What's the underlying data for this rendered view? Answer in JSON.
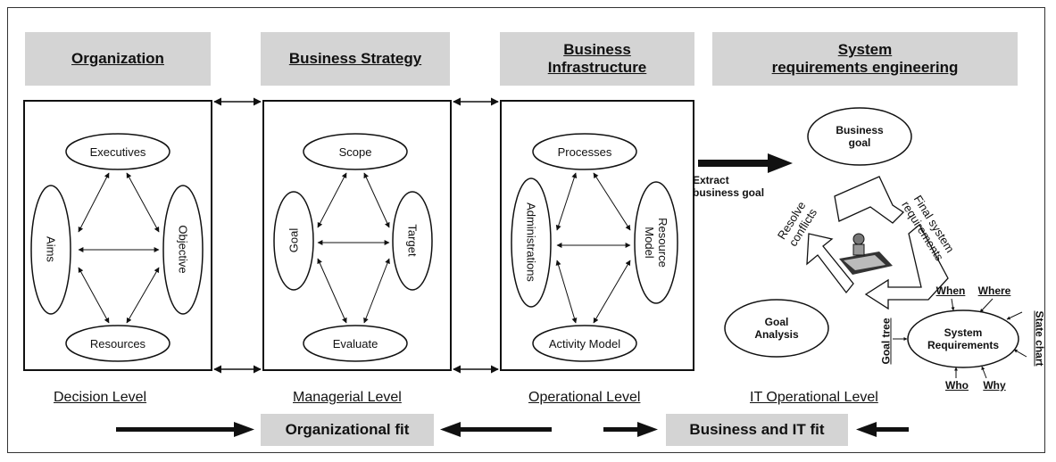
{
  "headers": {
    "organization": "Organization",
    "business_strategy": "Business Strategy",
    "business_infrastructure_line1": "Business",
    "business_infrastructure_line2": "Infrastructure",
    "system_req_line1": "System",
    "system_req_line2": "requirements engineering"
  },
  "organization_box": {
    "top": "Executives",
    "left": "Aims",
    "right": "Objective",
    "bottom": "Resources"
  },
  "strategy_box": {
    "top": "Scope",
    "left": "Goal",
    "right": "Target",
    "bottom": "Evaluate"
  },
  "infrastructure_box": {
    "top": "Processes",
    "left": "Administrations",
    "right_line1": "Resource",
    "right_line2": "Model",
    "bottom": "Activity Model"
  },
  "sre": {
    "extract_line1": "Extract",
    "extract_line2": "business goal",
    "business_goal_line1": "Business",
    "business_goal_line2": "goal",
    "resolve_line1": "Resolve",
    "resolve_line2": "conflicts",
    "final_line1": "Final system",
    "final_line2": "requirements",
    "goal_analysis_line1": "Goal",
    "goal_analysis_line2": "Analysis",
    "system_req_line1": "System",
    "system_req_line2": "Requirements",
    "when": "When",
    "where": "Where",
    "state_chart": "State chart",
    "goal_tree": "Goal tree",
    "who": "Who",
    "why": "Why"
  },
  "levels": {
    "decision": "Decision Level",
    "managerial": "Managerial Level",
    "operational": "Operational Level",
    "it_operational": "IT Operational Level"
  },
  "fits": {
    "organizational": "Organizational fit",
    "business_it": "Business and IT fit"
  },
  "colors": {
    "header_bg": "#d4d4d4",
    "line": "#111111"
  }
}
